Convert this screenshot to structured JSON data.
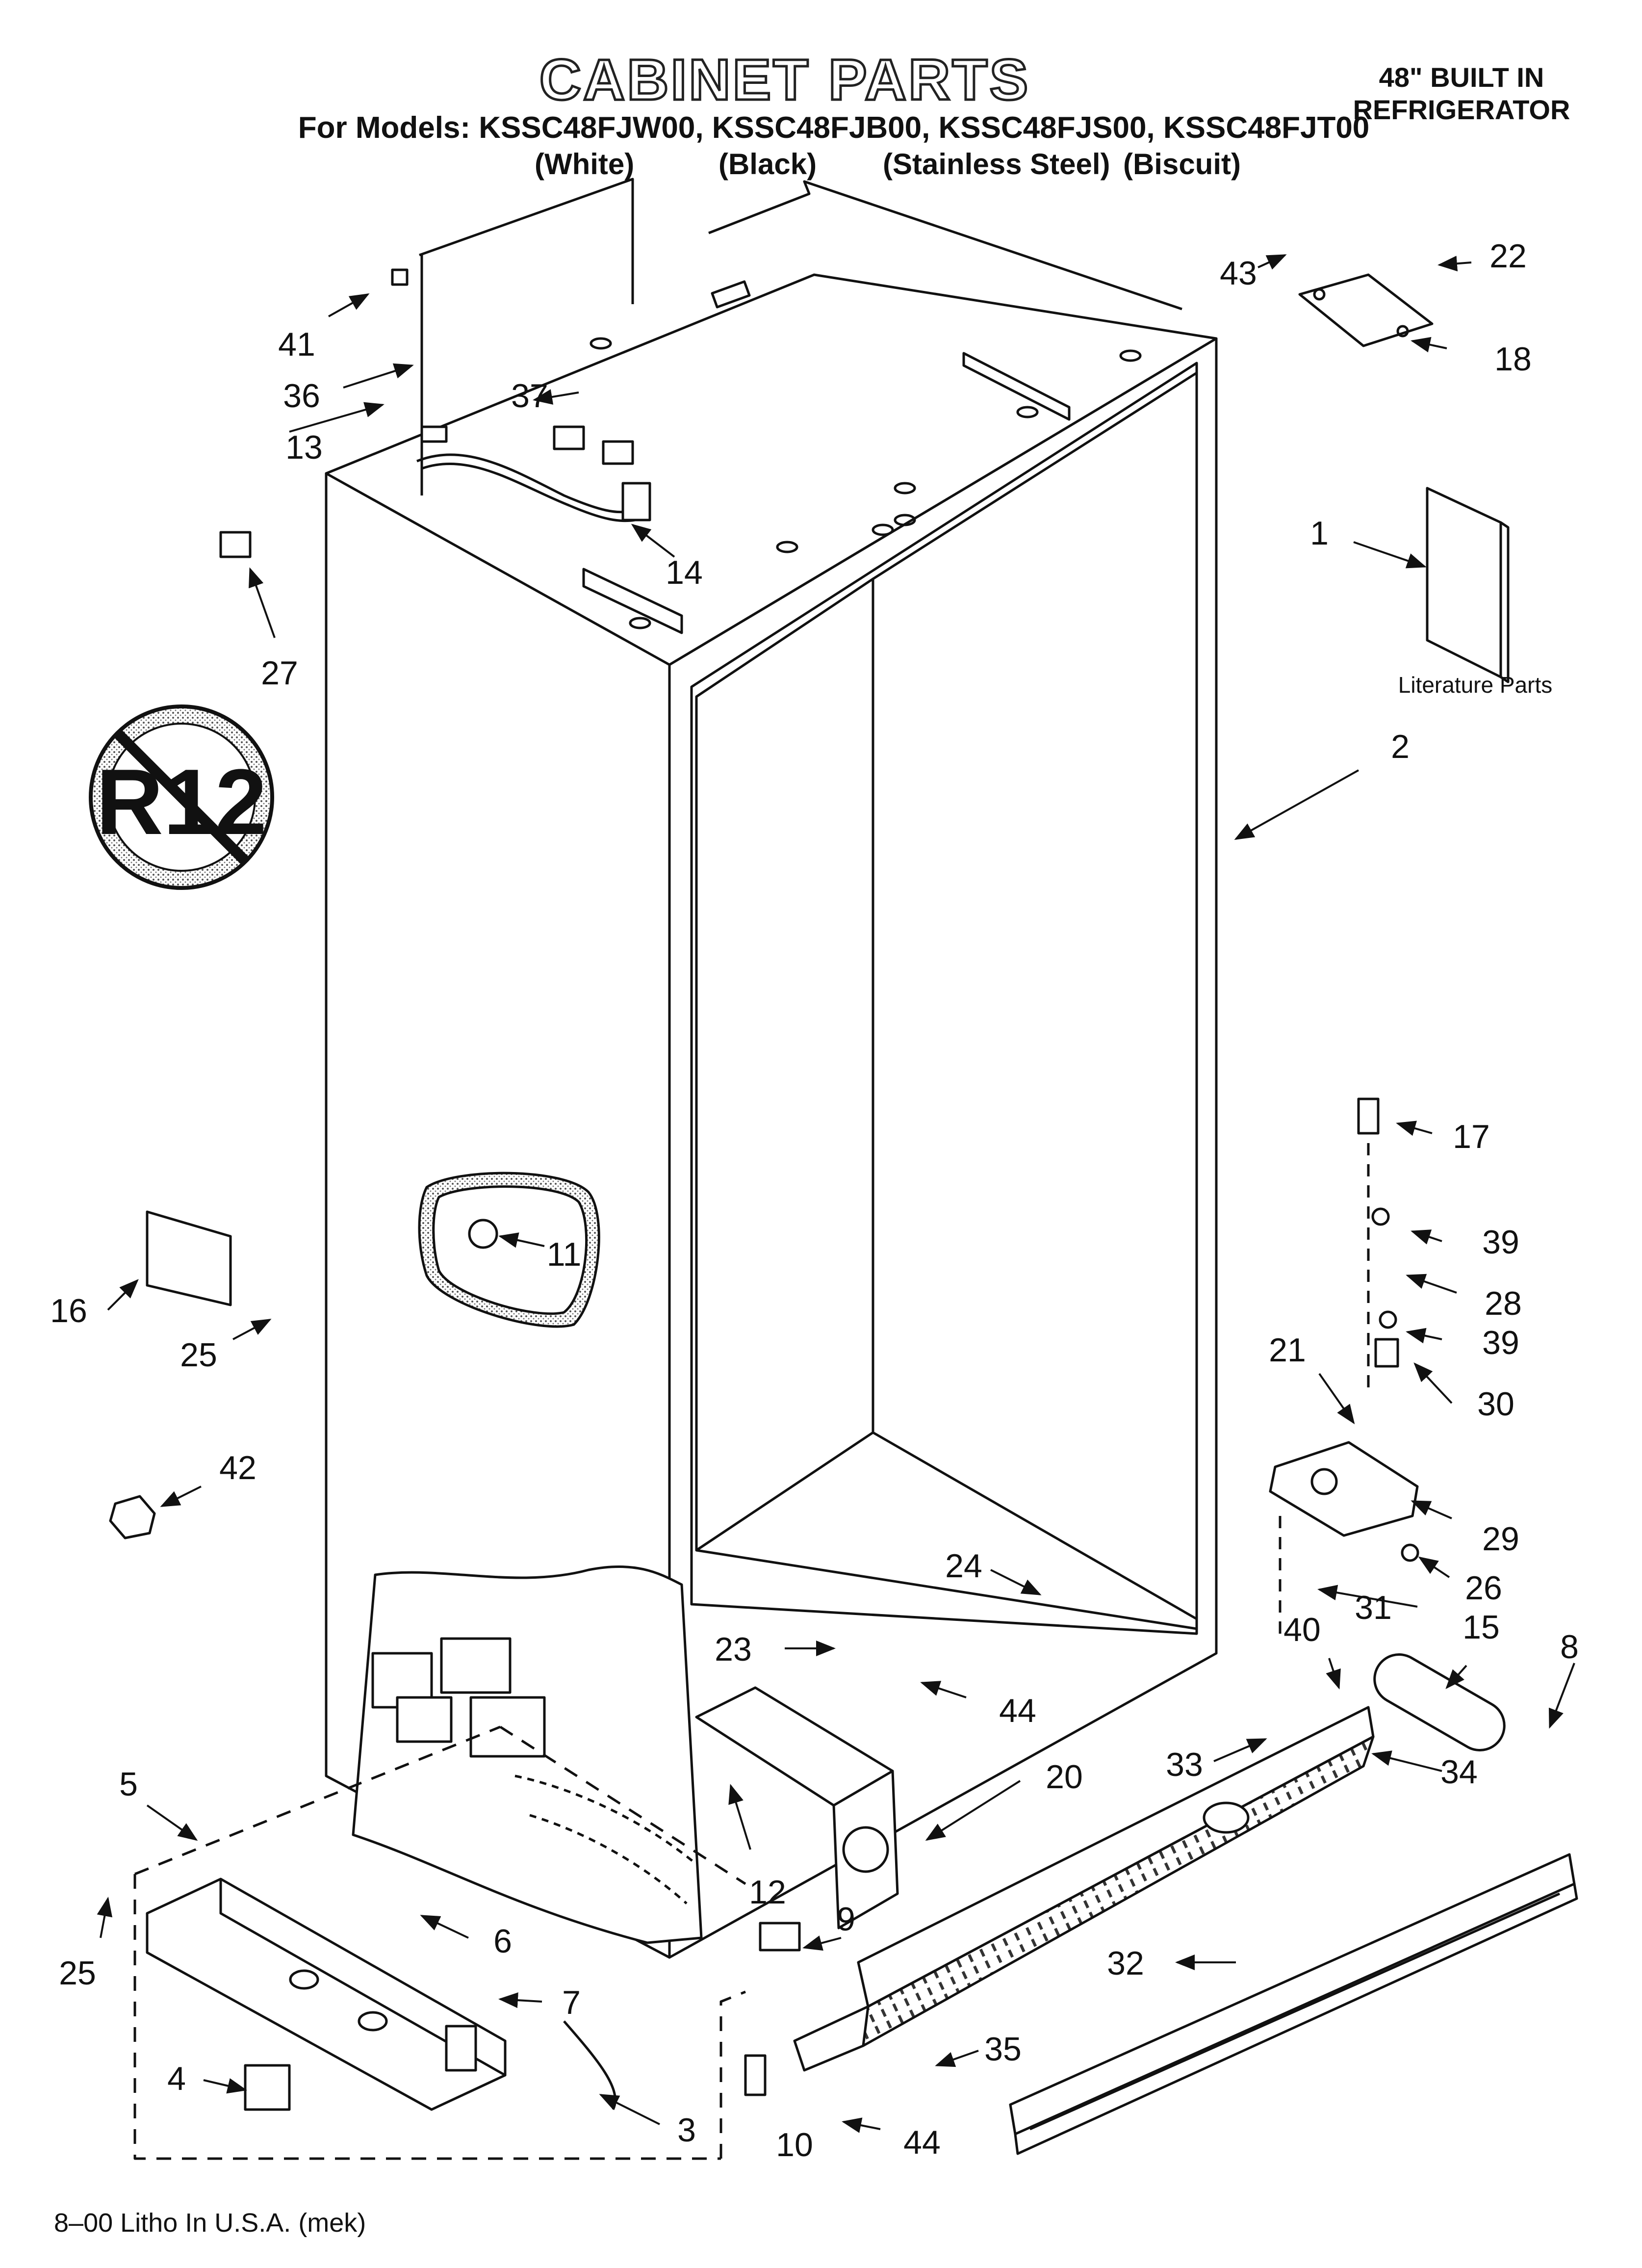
{
  "header": {
    "title": "CABINET PARTS",
    "models": "For Models: KSSC48FJW00, KSSC48FJB00, KSSC48FJS00, KSSC48FJT00",
    "variants": [
      "(White)",
      "(Black)",
      "(Stainless Steel)",
      "(Biscuit)"
    ],
    "corner_line1": "48\" BUILT IN",
    "corner_line2": "REFRIGERATOR"
  },
  "literature_label": "Literature Parts",
  "r12_symbol": "R12",
  "footer": "8–00 Litho In U.S.A. (mek)",
  "callouts": [
    "1",
    "2",
    "3",
    "4",
    "5",
    "6",
    "7",
    "8",
    "9",
    "10",
    "11",
    "12",
    "13",
    "14",
    "15",
    "16",
    "17",
    "18",
    "20",
    "21",
    "22",
    "23",
    "24",
    "25",
    "25",
    "26",
    "27",
    "28",
    "29",
    "30",
    "31",
    "32",
    "33",
    "34",
    "35",
    "36",
    "37",
    "39",
    "39",
    "40",
    "41",
    "42",
    "43",
    "44",
    "44"
  ]
}
